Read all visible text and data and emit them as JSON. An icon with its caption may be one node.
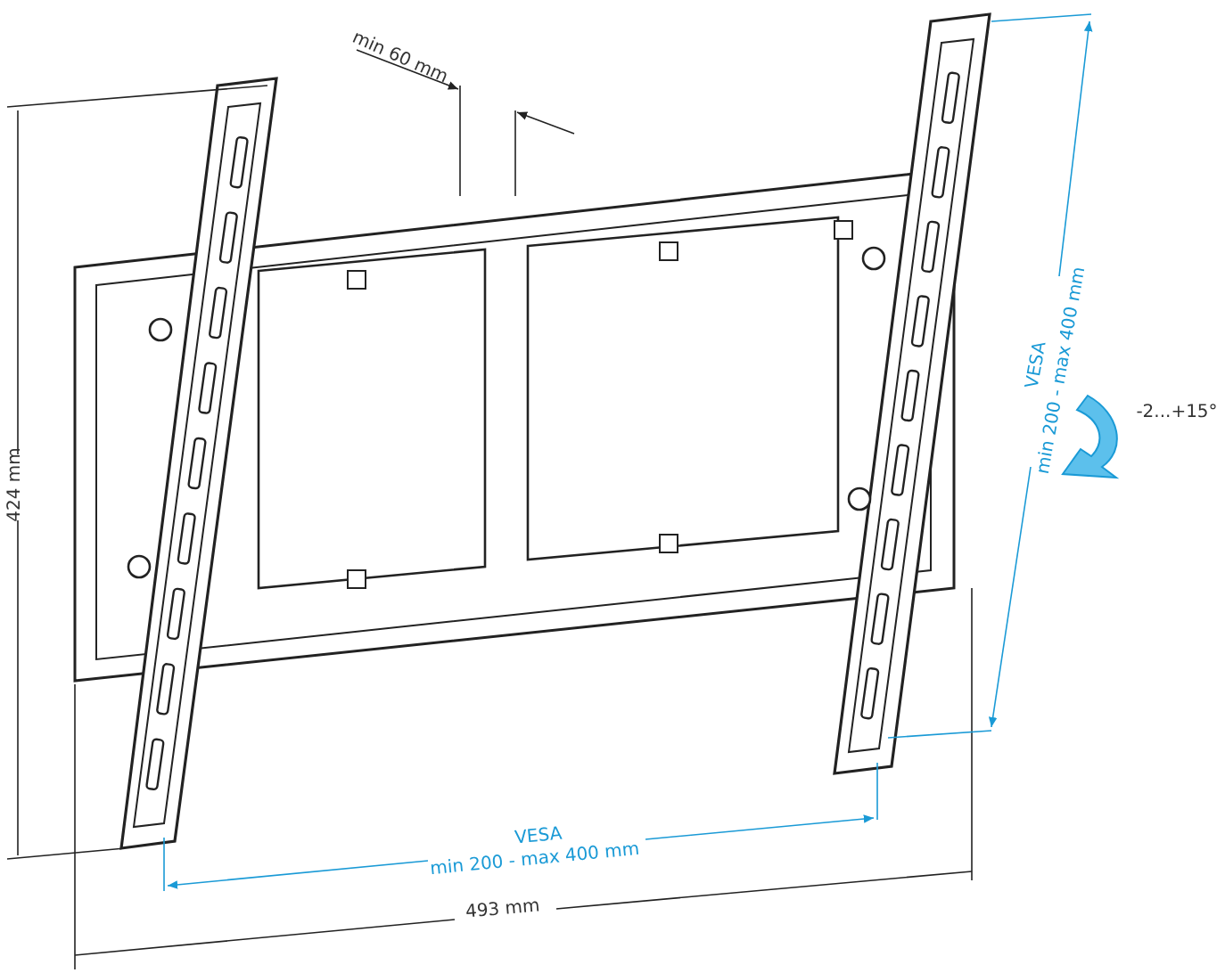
{
  "diagram": {
    "labels": [
      "min 60 mm",
      "VESA",
      "min 200 - max 400 mm",
      "-2...+15°",
      "424 mm",
      "VESA",
      "min 200 - max 400 mm",
      "493 mm"
    ]
  }
}
